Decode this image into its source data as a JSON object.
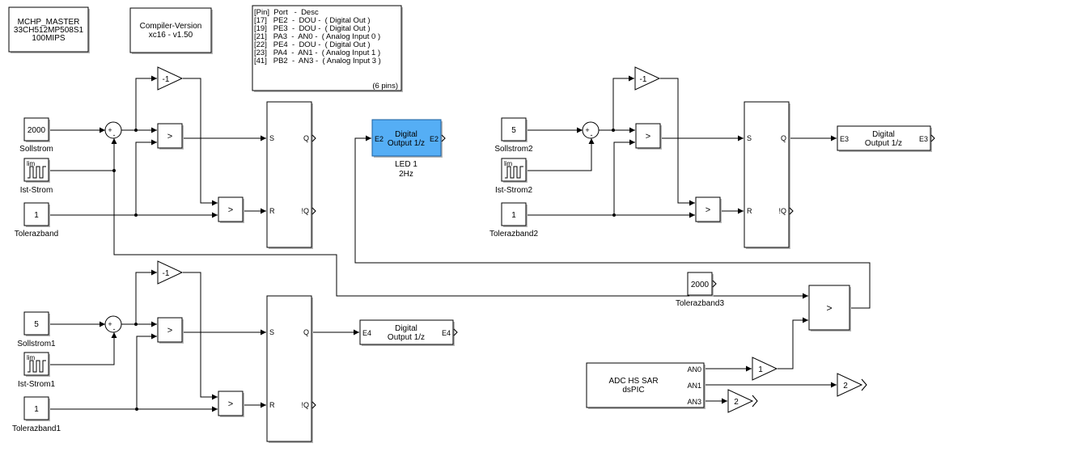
{
  "info_blocks": {
    "master": [
      "MCHP_MASTER",
      "33CH512MP508S1",
      "100MIPS"
    ],
    "compiler": [
      "Compiler-Version",
      "xc16 - v1.50"
    ],
    "pin_table": {
      "lines": [
        "[Pin]  Port   -  Desc",
        "[17]   PE2  -  DOU -  ( Digital Out )",
        "[19]   PE3  -  DOU -  ( Digital Out )",
        "[21]   PA3  -  AN0 -  ( Analog Input 0 )",
        "[22]   PE4  -  DOU -  ( Digital Out )",
        "[23]   PA4  -  AN1 -  ( Analog Input 1 )",
        "[41]   PB2  -  AN3 -  ( Analog Input 3 )"
      ],
      "footer": "(6 pins)"
    }
  },
  "constants": {
    "sollstrom": "2000",
    "sollstrom_label": "Sollstrom",
    "tolerazband": "1",
    "tolerazband_label": "Tolerazband",
    "sollstrom1": "5",
    "sollstrom1_label": "Sollstrom1",
    "tolerazband1": "1",
    "tolerazband1_label": "Tolerazband1",
    "sollstrom2": "5",
    "sollstrom2_label": "Sollstrom2",
    "tolerazband2": "1",
    "tolerazband2_label": "Tolerazband2",
    "tolerazband3": "2000",
    "tolerazband3_label": "Tolerazband3"
  },
  "inputs": {
    "ist_strom_label": "Ist-Strom",
    "ist_strom1_label": "Ist-Strom1",
    "ist_strom2_label": "Ist-Strom2",
    "lim_text": "lim"
  },
  "ops": {
    "gain": "-1",
    "greater": ">",
    "sum_plus": "+",
    "sum_minus": "-"
  },
  "flipflop": {
    "s": "S",
    "r": "R",
    "q": "Q",
    "nq": "!Q"
  },
  "digital_outputs": {
    "title": "Digital",
    "subtitle": "Output  1/z",
    "led": {
      "in": "E2",
      "out": "E2",
      "label1": "LED 1",
      "label2": "2Hz"
    },
    "e3": {
      "in": "E3",
      "out": "E3"
    },
    "e4": {
      "in": "E4",
      "out": "E4"
    }
  },
  "adc": {
    "title": "ADC HS SAR",
    "subtitle": "dsPIC",
    "an0": "AN0",
    "an1": "AN1",
    "an3": "AN3",
    "gain_an0": "1",
    "gain_an1": "2",
    "gain_an3": "2"
  },
  "colors": {
    "selected_block": "#55aef5",
    "shadow": "#b8b8b8"
  }
}
